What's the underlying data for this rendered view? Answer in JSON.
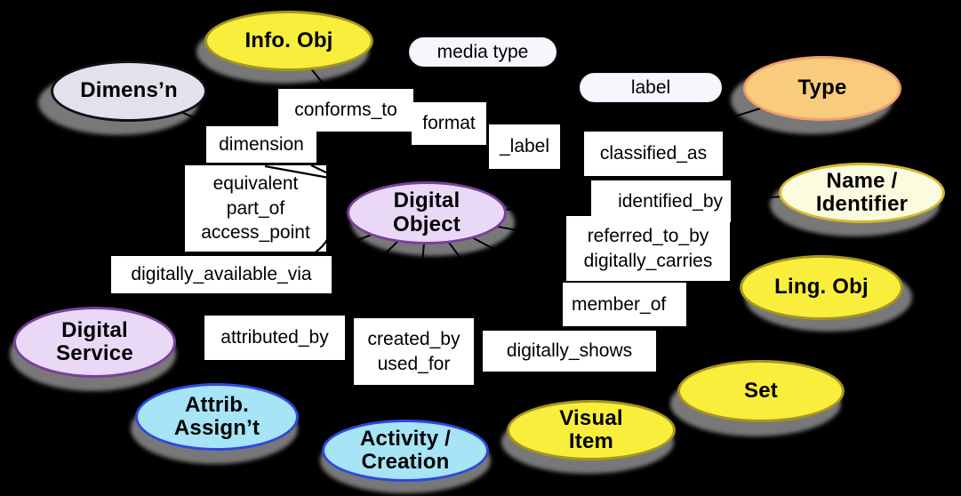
{
  "diagram_type": "ontology-concept-map",
  "background": "#000000",
  "nodes": [
    {
      "id": "info-obj",
      "label": "Info. Obj",
      "palette": "yellow"
    },
    {
      "id": "dimension-class",
      "label": "Dimens’n",
      "palette": "gray"
    },
    {
      "id": "digital-object",
      "label": "Digital\nObject",
      "palette": "purple"
    },
    {
      "id": "type",
      "label": "Type",
      "palette": "orange"
    },
    {
      "id": "name-identifier",
      "label": "Name /\nIdentifier",
      "palette": "cream"
    },
    {
      "id": "ling-obj",
      "label": "Ling. Obj",
      "palette": "yellow"
    },
    {
      "id": "digital-service",
      "label": "Digital\nService",
      "palette": "purple"
    },
    {
      "id": "attrib-assignt",
      "label": "Attrib.\nAssign’t",
      "palette": "blue"
    },
    {
      "id": "activity-creation",
      "label": "Activity /\nCreation",
      "palette": "blue"
    },
    {
      "id": "visual-item",
      "label": "Visual\nItem",
      "palette": "yellow"
    },
    {
      "id": "set",
      "label": "Set",
      "palette": "yellow"
    }
  ],
  "datatype_nodes": [
    {
      "id": "media-type",
      "label": "media type"
    },
    {
      "id": "label",
      "label": "label"
    }
  ],
  "properties": [
    {
      "id": "conforms-to",
      "label": "conforms_to"
    },
    {
      "id": "format",
      "label": "format"
    },
    {
      "id": "underscore-label",
      "label": "_label"
    },
    {
      "id": "dimension",
      "label": "dimension"
    },
    {
      "id": "equivalent-group",
      "label": "equivalent\npart_of\naccess_point"
    },
    {
      "id": "digitally-available-via",
      "label": "digitally_available_via"
    },
    {
      "id": "classified-as",
      "label": "classified_as"
    },
    {
      "id": "identified-by",
      "label": "identified_by"
    },
    {
      "id": "referred-group",
      "label": "referred_to_by\ndigitally_carries"
    },
    {
      "id": "member-of",
      "label": "member_of"
    },
    {
      "id": "attributed-by",
      "label": "attributed_by"
    },
    {
      "id": "created-group",
      "label": "created_by\nused_for"
    },
    {
      "id": "digitally-shows",
      "label": "digitally_shows"
    }
  ],
  "edges": [
    {
      "from": "digital-object",
      "to": "info-obj"
    },
    {
      "from": "digital-object",
      "to": "dimension-class"
    },
    {
      "from": "digital-object",
      "to": "media-type"
    },
    {
      "from": "digital-object",
      "to": "label"
    },
    {
      "from": "digital-object",
      "to": "type"
    },
    {
      "from": "digital-object",
      "to": "name-identifier"
    },
    {
      "from": "digital-object",
      "to": "ling-obj"
    },
    {
      "from": "digital-object",
      "to": "set"
    },
    {
      "from": "digital-object",
      "to": "visual-item"
    },
    {
      "from": "digital-object",
      "to": "activity-creation"
    },
    {
      "from": "digital-object",
      "to": "attrib-assignt"
    },
    {
      "from": "digital-object",
      "to": "digital-service"
    }
  ],
  "palette": {
    "yellow": {
      "fill": "#F8EE3B",
      "border": "#A6951F"
    },
    "orange": {
      "fill": "#F9CB7C",
      "border": "#F29E6F"
    },
    "cream": {
      "fill": "#FBFBDF",
      "border": "#D4B82A"
    },
    "blue": {
      "fill": "#A6E4F6",
      "border": "#2F47DE"
    },
    "purple": {
      "fill": "#E9D9F7",
      "border": "#7A3F9B"
    },
    "gray": {
      "fill": "#E2E1EC",
      "border": "#101018"
    },
    "pill": {
      "fill": "#F8F6FD",
      "border": "#E6E4F0"
    },
    "property_box": {
      "fill": "#FFFFFF"
    },
    "shadow": "#787878",
    "edge_line": "#000000",
    "text": "#000000",
    "background": "#000000"
  }
}
